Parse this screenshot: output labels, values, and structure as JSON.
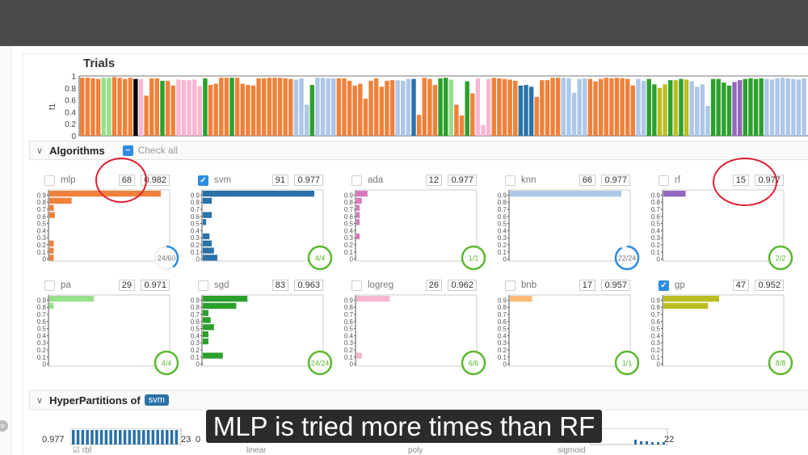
{
  "trials": {
    "title": "Trials",
    "ylabel": "f1",
    "yticks": [
      "0",
      "0.2",
      "0.4",
      "0.6",
      "0.8",
      "1"
    ],
    "seq": "mmmmppmmmmnlmmmsmmlllllsmmmmsmmmmmmmmmmmkkkskkkkmmmmmmmmmmmkkkvmmmmsspmmsmlllmmmmmvvvmmmmmkkkkkmmmmmmmmmkkssggsgsgkkkkssssrrsssskkkkkkkk",
    "f1": [
      0.97,
      0.97,
      0.96,
      0.95,
      0.97,
      0.97,
      0.98,
      0.97,
      0.95,
      0.97,
      0.95,
      0.95,
      0.67,
      0.96,
      0.96,
      0.92,
      0.92,
      0.84,
      0.94,
      0.93,
      0.93,
      0.94,
      0.83,
      0.96,
      0.85,
      0.87,
      0.97,
      0.97,
      0.97,
      0.97,
      0.87,
      0.85,
      0.84,
      0.96,
      0.96,
      0.97,
      0.97,
      0.97,
      0.96,
      0.95,
      0.94,
      0.96,
      0.52,
      0.85,
      0.97,
      0.97,
      0.96,
      0.96,
      0.96,
      0.96,
      0.92,
      0.84,
      0.87,
      0.62,
      0.92,
      0.96,
      0.82,
      0.92,
      0.93,
      0.93,
      0.92,
      0.95,
      0.95,
      0.35,
      0.97,
      0.95,
      0.85,
      0.96,
      0.97,
      0.94,
      0.52,
      0.34,
      0.91,
      0.71,
      0.96,
      0.18,
      0.95,
      0.97,
      0.96,
      0.95,
      0.94,
      0.92,
      0.84,
      0.85,
      0.82,
      0.65,
      0.93,
      0.93,
      0.97,
      0.97,
      0.97,
      0.96,
      0.72,
      0.95,
      0.96,
      0.95,
      0.91,
      0.95,
      0.97,
      0.96,
      0.97,
      0.96,
      0.95,
      0.84,
      0.95,
      0.92,
      0.95,
      0.86,
      0.8,
      0.86,
      0.93,
      0.93,
      0.95,
      0.94,
      0.91,
      0.82,
      0.86,
      0.5,
      0.95,
      0.95,
      0.89,
      0.84,
      0.9,
      0.93,
      0.95,
      0.96,
      0.95,
      0.96,
      0.95,
      0.94,
      0.96,
      0.97,
      0.96,
      0.95,
      0.94,
      0.96
    ]
  },
  "colors": {
    "m": "#f0813a",
    "v": "#2a72a8",
    "a": "#d979be",
    "k": "#aec7e8",
    "r": "#9467bd",
    "p": "#98df8a",
    "s": "#2ca02c",
    "l": "#f7b6d2",
    "b": "#ffbb78",
    "g": "#bcbd22"
  },
  "algorithms_section": {
    "title": "Algorithms",
    "check_all": "Check all"
  },
  "ytick_labels": [
    "0",
    "0.1",
    "0.2",
    "0.3",
    "0.4",
    "0.5",
    "0.6",
    "0.7",
    "0.8",
    "0.9"
  ],
  "algorithms": [
    {
      "name": "mlp",
      "count": "68",
      "best": "0.982",
      "checked": false,
      "key": "m",
      "bins": [
        0.04,
        0.04,
        0.04,
        0,
        0,
        0,
        0.05,
        0.04,
        0.2,
        1
      ],
      "progress": "24/60",
      "fraction": 0.4
    },
    {
      "name": "svm",
      "count": "91",
      "best": "0.977",
      "checked": true,
      "key": "v",
      "bins": [
        0.13,
        0.1,
        0.08,
        0.06,
        0,
        0.03,
        0.08,
        0,
        0.08,
        1
      ],
      "progress": "4/4",
      "fraction": 1
    },
    {
      "name": "ada",
      "count": "12",
      "best": "0.977",
      "checked": false,
      "key": "a",
      "bins": [
        0,
        0,
        0,
        0.03,
        0,
        0.03,
        0.03,
        0.03,
        0.05,
        0.1
      ],
      "progress": "1/1",
      "fraction": 1
    },
    {
      "name": "knn",
      "count": "66",
      "best": "0.977",
      "checked": false,
      "key": "k",
      "bins": [
        0,
        0,
        0,
        0,
        0,
        0,
        0,
        0,
        0,
        1
      ],
      "progress": "22/24",
      "fraction": 0.92
    },
    {
      "name": "rf",
      "count": "15",
      "best": "0.977",
      "checked": false,
      "key": "r",
      "bins": [
        0,
        0,
        0,
        0,
        0,
        0,
        0,
        0,
        0,
        0.2
      ],
      "progress": "2/2",
      "fraction": 1
    },
    {
      "name": "pa",
      "count": "29",
      "best": "0.971",
      "checked": false,
      "key": "p",
      "bins": [
        0,
        0,
        0,
        0,
        0,
        0,
        0,
        0,
        0.04,
        0.4
      ],
      "progress": "4/4",
      "fraction": 1
    },
    {
      "name": "sgd",
      "count": "83",
      "best": "0.963",
      "checked": false,
      "key": "s",
      "bins": [
        0,
        0.18,
        0,
        0.05,
        0.05,
        0.1,
        0.07,
        0.05,
        0.3,
        0.4
      ],
      "progress": "24/24",
      "fraction": 1
    },
    {
      "name": "logreg",
      "count": "26",
      "best": "0.962",
      "checked": false,
      "key": "l",
      "bins": [
        0,
        0.05,
        0,
        0,
        0,
        0,
        0,
        0,
        0,
        0.3
      ],
      "progress": "6/6",
      "fraction": 1
    },
    {
      "name": "bnb",
      "count": "17",
      "best": "0.957",
      "checked": false,
      "key": "b",
      "bins": [
        0,
        0,
        0,
        0,
        0,
        0,
        0,
        0,
        0,
        0.2
      ],
      "progress": "1/1",
      "fraction": 1
    },
    {
      "name": "gp",
      "count": "47",
      "best": "0.952",
      "checked": true,
      "key": "g",
      "bins": [
        0,
        0,
        0,
        0,
        0,
        0,
        0,
        0,
        0.4,
        0.5
      ],
      "progress": "8/8",
      "fraction": 1
    }
  ],
  "hyperpartitions": {
    "title": "HyperPartitions of",
    "algorithm": "svm",
    "items": [
      {
        "label": "rbf",
        "best": "0.977",
        "count": "23"
      },
      {
        "label": "linear",
        "best": "0",
        "count": ""
      },
      {
        "label": "poly",
        "best": "",
        "count": ""
      },
      {
        "label": "sigmoid",
        "best": "",
        "count": "22"
      }
    ]
  },
  "caption": "MLP is tried more times than RF"
}
